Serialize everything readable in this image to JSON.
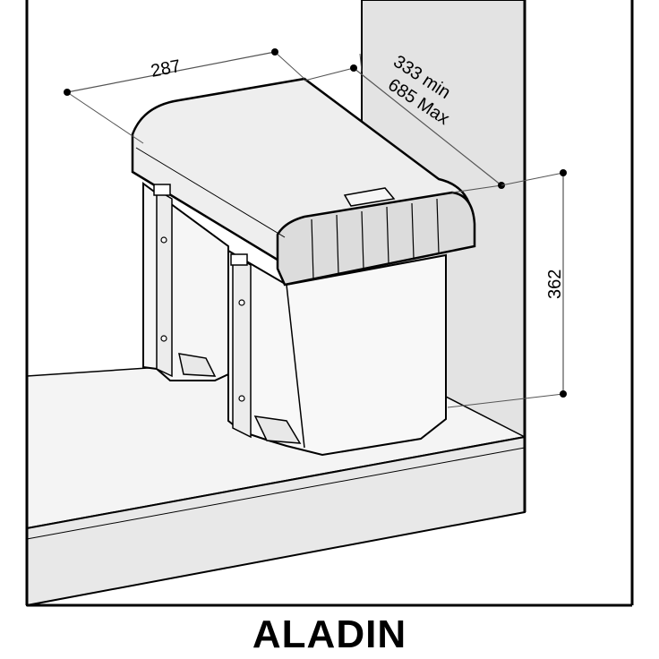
{
  "product_name": "ALADIN",
  "dimensions": {
    "width": "287",
    "depth_min": "333 min",
    "depth_max": "685 Max",
    "height": "362"
  },
  "colors": {
    "cabinet_side": "#e2e2e2",
    "cabinet_floor": "#f3f3f3",
    "bin_body": "#f7f7f7",
    "bin_lid": "#ededed",
    "stroke": "#000000",
    "dimension_line": "#555555"
  }
}
